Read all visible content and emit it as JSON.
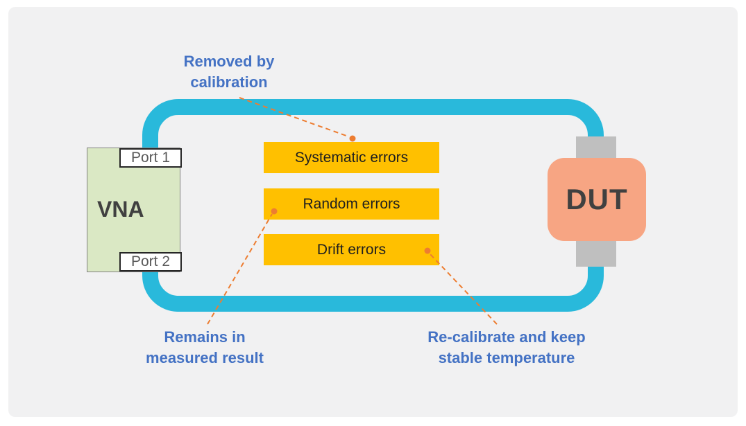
{
  "diagram": {
    "vna": {
      "label": "VNA",
      "port1": "Port 1",
      "port2": "Port 2"
    },
    "dut": {
      "label": "DUT"
    },
    "errors": [
      {
        "label": "Systematic errors"
      },
      {
        "label": "Random errors"
      },
      {
        "label": "Drift errors"
      }
    ],
    "annotations": {
      "calibration": "Removed by\ncalibration",
      "random": "Remains in\nmeasured result",
      "drift": "Re-calibrate and keep\nstable temperature"
    },
    "colors": {
      "loop": "#29B9DB",
      "bar": "#FFC000",
      "annotation_text": "#4472C4",
      "leader_line": "#ED7D31",
      "vna_fill": "#DAE8C4",
      "dut_fill": "#F7A583",
      "dut_connector": "#BFBFBF"
    }
  }
}
